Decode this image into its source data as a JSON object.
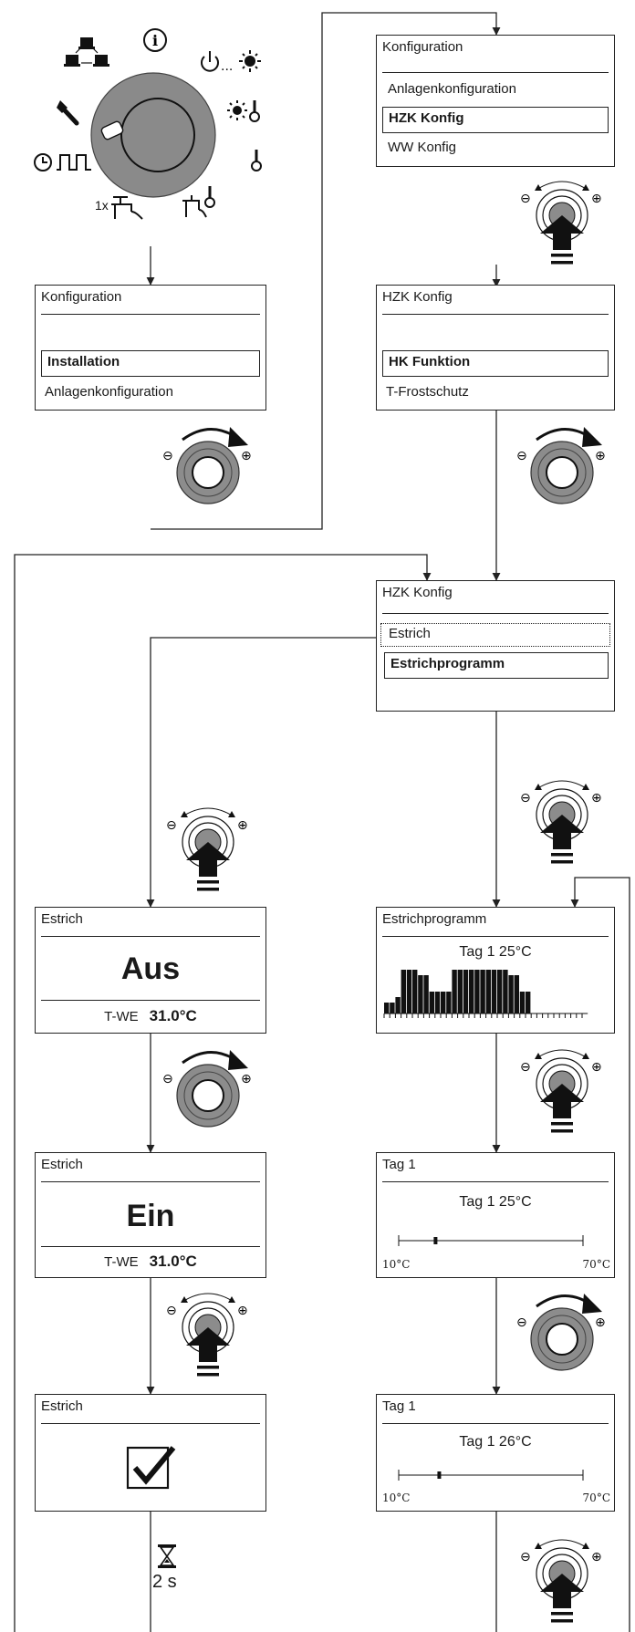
{
  "screens": {
    "s1": {
      "title": "Konfiguration",
      "selected": "Installation",
      "next": "Anlagenkonfiguration"
    },
    "s2": {
      "title": "Konfiguration",
      "prev": "Anlagenkonfiguration",
      "selected": "HZK Konfig",
      "next": "WW Konfig"
    },
    "s3": {
      "title": "HZK Konfig",
      "selected": "HK Funktion",
      "next": "T-Frostschutz"
    },
    "s4": {
      "title": "HZK Konfig",
      "highlight": "Estrich",
      "selected": "Estrichprogramm"
    },
    "s5": {
      "title": "Estrich",
      "value": "Aus",
      "label": "T-WE",
      "temp": "31.0°C"
    },
    "s6": {
      "title": "Estrich",
      "value": "Ein",
      "label": "T-WE",
      "temp": "31.0°C"
    },
    "s7": {
      "title": "Estrich"
    },
    "s8": {
      "title": "Estrichprogramm",
      "subtitle": "Tag 1 25°C"
    },
    "s9": {
      "title": "Tag 1",
      "subtitle": "Tag 1 25°C",
      "min": "10°C",
      "max": "70°C",
      "level": 0.2
    },
    "s10": {
      "title": "Tag 1",
      "subtitle": "Tag 1 26°C",
      "min": "10°C",
      "max": "70°C",
      "level": 0.22
    }
  },
  "timer": {
    "label": "2 s",
    "icon": "hourglass-icon"
  },
  "knob_signs": {
    "minus": "⊖",
    "plus": "⊕"
  },
  "dial": {
    "icons": [
      "info-icon",
      "network-icon",
      "standby-sun-icon",
      "wrench-icon",
      "sun-thermometer-icon",
      "clock-pulse-icon",
      "moon-thermometer-icon",
      "onetime-tap-icon",
      "tap-thermometer-icon"
    ],
    "onetime_label": "1x",
    "ellipsis": "..."
  },
  "program_bars": [
    2,
    2,
    3,
    8,
    8,
    8,
    7,
    7,
    4,
    4,
    4,
    4,
    8,
    8,
    8,
    8,
    8,
    8,
    8,
    8,
    8,
    8,
    7,
    7,
    4,
    4,
    0,
    0,
    0,
    0,
    0,
    0,
    0,
    0,
    0,
    0
  ]
}
